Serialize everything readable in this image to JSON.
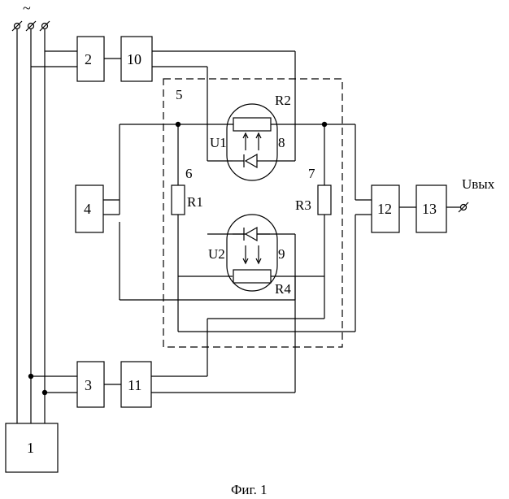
{
  "supply": {
    "symbol": "~"
  },
  "blocks": {
    "b1": "1",
    "b2": "2",
    "b3": "3",
    "b4": "4",
    "b10": "10",
    "b11": "11",
    "b12": "12",
    "b13": "13"
  },
  "inner_labels": {
    "n5": "5",
    "n6": "6",
    "n7": "7",
    "n8": "8",
    "n9": "9",
    "u1": "U1",
    "u2": "U2",
    "r1": "R1",
    "r2": "R2",
    "r3": "R3",
    "r4": "R4"
  },
  "output": {
    "label": "Uвых"
  },
  "caption": "Фиг. 1"
}
